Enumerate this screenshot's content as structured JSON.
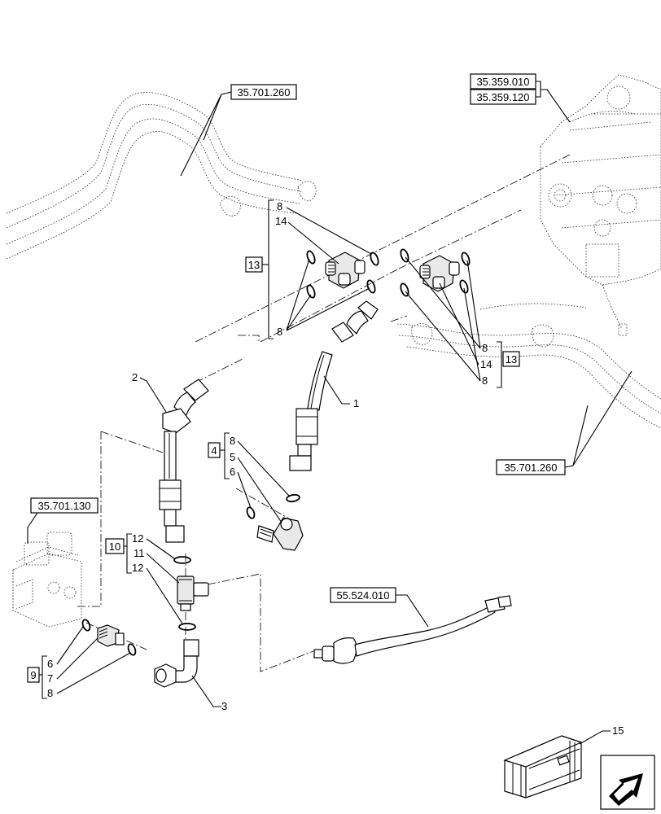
{
  "refs": {
    "pipes_top": "35.701.260",
    "valve_a": "35.359.010",
    "valve_b": "35.359.120",
    "pipes_right": "35.701.260",
    "block_left": "35.701.130",
    "sensor": "55.524.010"
  },
  "groups": {
    "left_13": {
      "box": "13",
      "items": [
        "8",
        "14",
        "8"
      ]
    },
    "right_13": {
      "box": "13",
      "items": [
        "8",
        "14",
        "8"
      ]
    },
    "group_4": {
      "box": "4",
      "items": [
        "8",
        "5",
        "6"
      ]
    },
    "group_10": {
      "box": "10",
      "items": [
        "12",
        "11",
        "12"
      ]
    },
    "group_9": {
      "box": "9",
      "items": [
        "6",
        "7",
        "8"
      ]
    }
  },
  "callouts": {
    "pipe_1": "1",
    "pipe_2": "2",
    "pipe_3": "3",
    "kit_15": "15"
  }
}
